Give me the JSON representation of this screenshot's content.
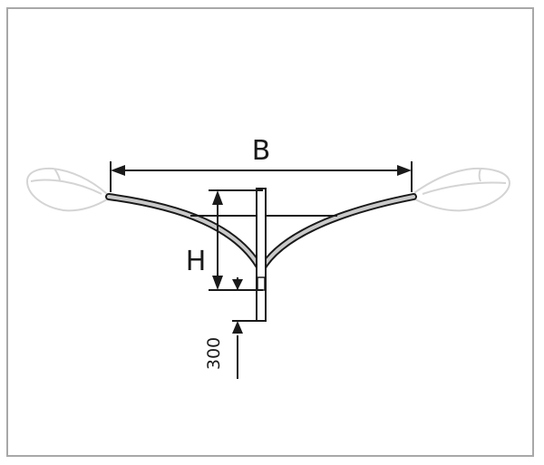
{
  "diagram": {
    "labels": {
      "width": "B",
      "height": "H",
      "offset": "300"
    },
    "colors": {
      "frame": "#a8a8a8",
      "line": "#1a1a1a",
      "arm_fill": "#c9c9c9",
      "luminaire": "#d4d4d4",
      "background": "#ffffff"
    }
  }
}
